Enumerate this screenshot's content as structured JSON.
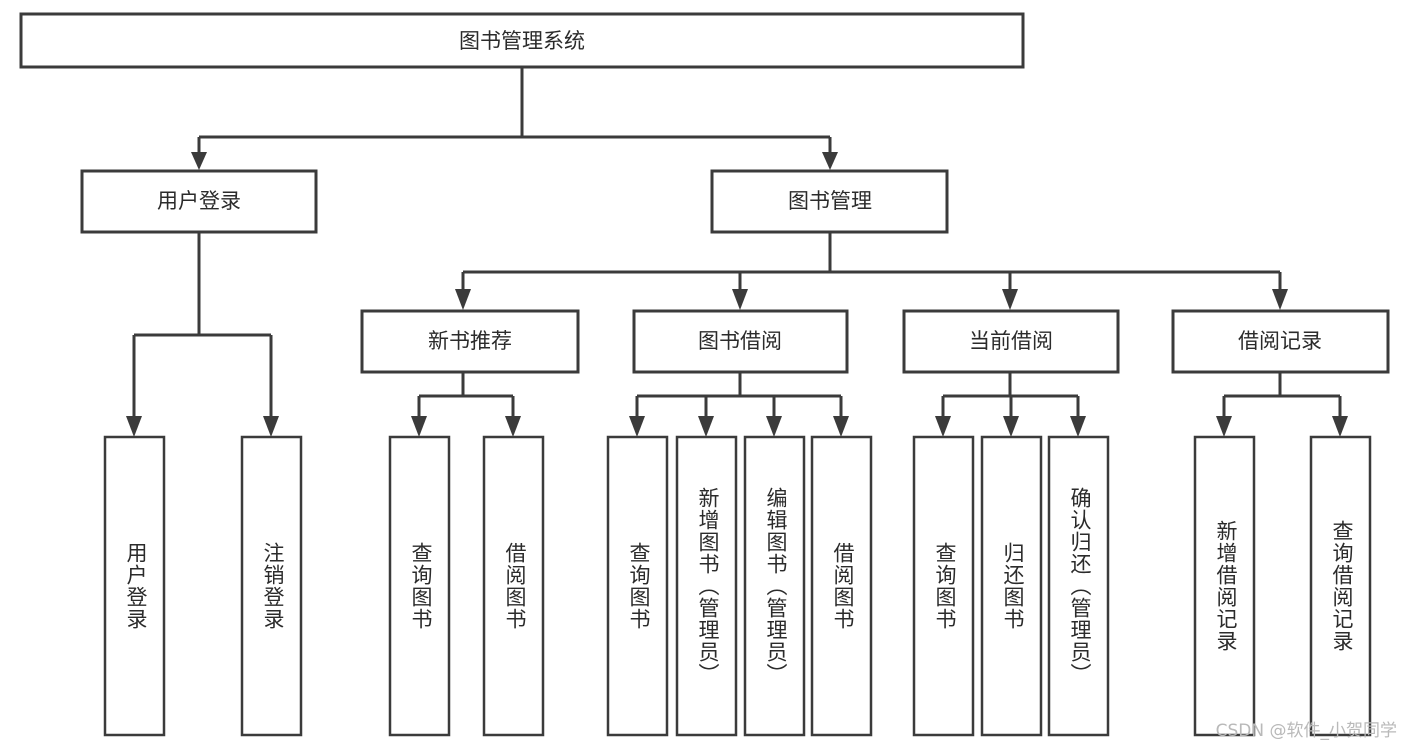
{
  "diagram": {
    "title": "图书管理系统",
    "type": "tree",
    "watermark": "CSDN @软件_小贺同学",
    "root": {
      "id": "root",
      "label": "图书管理系统"
    },
    "level2": [
      {
        "id": "user-login",
        "label": "用户登录"
      },
      {
        "id": "book-manage",
        "label": "图书管理"
      }
    ],
    "level3": [
      {
        "id": "new-book-recommend",
        "label": "新书推荐",
        "parent": "book-manage"
      },
      {
        "id": "book-borrow",
        "label": "图书借阅",
        "parent": "book-manage"
      },
      {
        "id": "current-borrow",
        "label": "当前借阅",
        "parent": "book-manage"
      },
      {
        "id": "borrow-record",
        "label": "借阅记录",
        "parent": "book-manage"
      }
    ],
    "leaves": {
      "user-login": [
        {
          "id": "leaf-user-login",
          "label": "用户登录"
        },
        {
          "id": "leaf-user-logout",
          "label": "注销登录"
        }
      ],
      "new-book-recommend": [
        {
          "id": "leaf-query-book-1",
          "label": "查询图书"
        },
        {
          "id": "leaf-borrow-book-1",
          "label": "借阅图书"
        }
      ],
      "book-borrow": [
        {
          "id": "leaf-query-book-2",
          "label": "查询图书"
        },
        {
          "id": "leaf-add-book",
          "label": "新增图书（管理员）"
        },
        {
          "id": "leaf-edit-book",
          "label": "编辑图书（管理员）"
        },
        {
          "id": "leaf-borrow-book-2",
          "label": "借阅图书"
        }
      ],
      "current-borrow": [
        {
          "id": "leaf-query-book-3",
          "label": "查询图书"
        },
        {
          "id": "leaf-return-book",
          "label": "归还图书"
        },
        {
          "id": "leaf-confirm-return",
          "label": "确认归还（管理员）"
        }
      ],
      "borrow-record": [
        {
          "id": "leaf-add-record",
          "label": "新增借阅记录"
        },
        {
          "id": "leaf-query-record",
          "label": "查询借阅记录"
        }
      ]
    },
    "colors": {
      "stroke": "#3b3b3b",
      "fill": "#ffffff",
      "text": "#2b2b2b",
      "watermark": "#b9b9b9"
    }
  }
}
